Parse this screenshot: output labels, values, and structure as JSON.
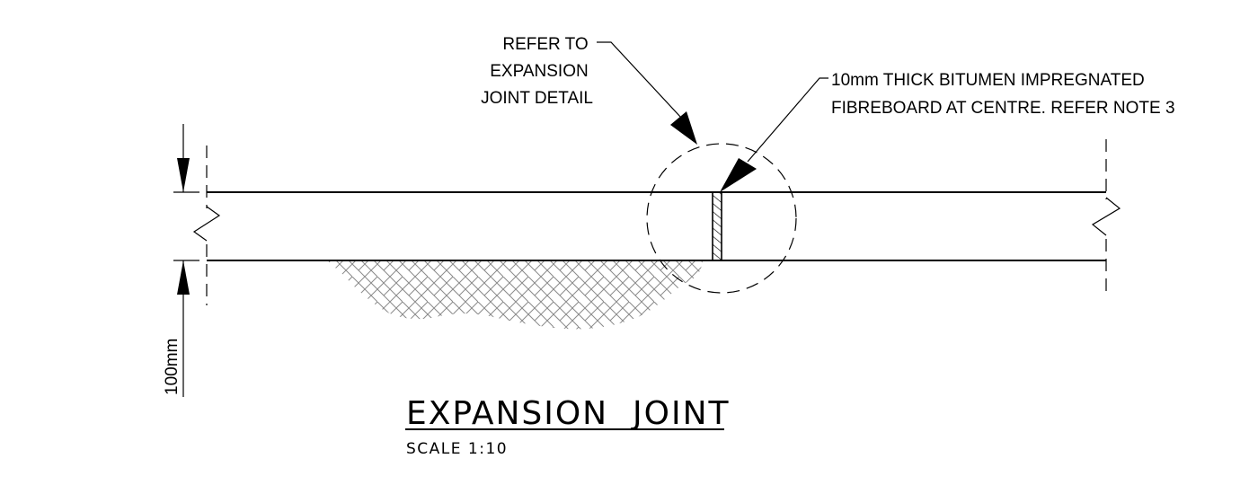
{
  "drawing": {
    "title": "EXPANSION  JOINT",
    "scale": "SCALE 1:10",
    "dimension": "100mm",
    "callouts": {
      "expansion_joint_detail": [
        "REFER TO",
        "EXPANSION",
        "JOINT DETAIL"
      ],
      "fibreboard": [
        "10mm THICK BITUMEN IMPREGNATED",
        "FIBREBOARD AT CENTRE. REFER NOTE 3"
      ]
    }
  }
}
